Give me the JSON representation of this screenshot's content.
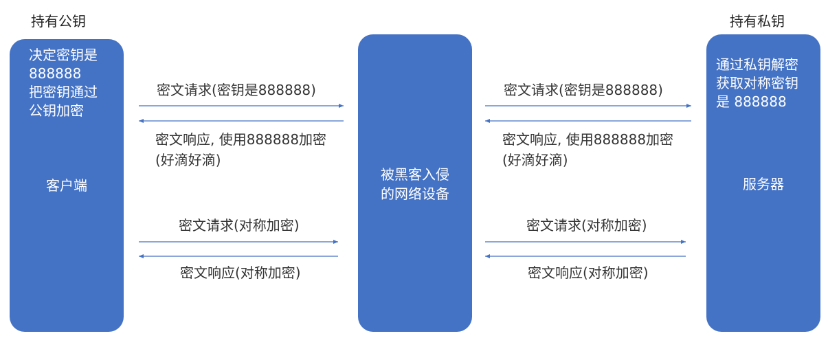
{
  "left": {
    "caption": "持有公钥",
    "note_lines": [
      "决定密钥是",
      "888888",
      "把密钥通过",
      "公钥加密"
    ],
    "name": "客户端"
  },
  "middle": {
    "name_lines": [
      "被黑客入侵",
      "的网络设备"
    ]
  },
  "right": {
    "caption": "持有私钥",
    "note_lines": [
      "通过私钥解密",
      "获取对称密钥",
      "是 888888"
    ],
    "name": "服务器"
  },
  "left_link": {
    "req1": "密文请求(密钥是888888)",
    "resp1_lines": [
      "密文响应, 使用888888加密",
      "(好滴好滴)"
    ],
    "req2": "密文请求(对称加密)",
    "resp2": "密文响应(对称加密)"
  },
  "right_link": {
    "req1": "密文请求(密钥是888888)",
    "resp1_lines": [
      "密文响应, 使用888888加密",
      "(好滴好滴)"
    ],
    "req2": "密文请求(对称加密)",
    "resp2": "密文响应(对称加密)"
  },
  "colors": {
    "box": "#4472c4",
    "arrow": "#4472c4",
    "box_text": "#ffffff"
  }
}
